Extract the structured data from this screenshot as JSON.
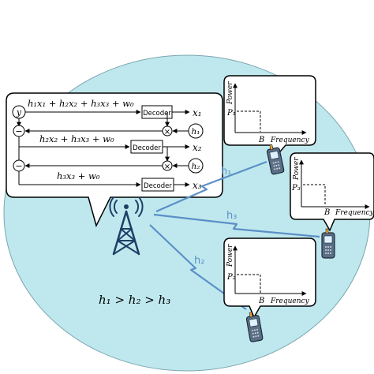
{
  "colors": {
    "cell": "#bfe8ee",
    "link": "#5b8fc6",
    "ink": "#000000",
    "tower": "#1f3f66"
  },
  "sic": {
    "input": "y",
    "stage1_signal": "h₁x₁ + h₂x₂ + h₃x₃ + w₀",
    "stage2_signal": "h₂x₂ + h₃x₃ + w₀",
    "stage3_signal": "h₃x₃ + w₀",
    "decoder_label": "Decoder",
    "outputs": [
      "x₁",
      "x₂",
      "x₃"
    ],
    "gains": [
      "h₁",
      "h₂"
    ],
    "multiply_symbol": "×",
    "subtract_symbol": "−"
  },
  "links": [
    {
      "label": "h₁"
    },
    {
      "label": "h₃"
    },
    {
      "label": "h₂"
    }
  ],
  "users": [
    {
      "power_level": "P₁",
      "bandwidth": "B",
      "y_axis": "Power",
      "x_axis": "Frequency"
    },
    {
      "power_level": "P₃",
      "bandwidth": "B",
      "y_axis": "Power",
      "x_axis": "Frequency"
    },
    {
      "power_level": "P₂",
      "bandwidth": "B",
      "y_axis": "Power",
      "x_axis": "Frequency"
    }
  ],
  "relation": "h₁ > h₂ > h₃"
}
